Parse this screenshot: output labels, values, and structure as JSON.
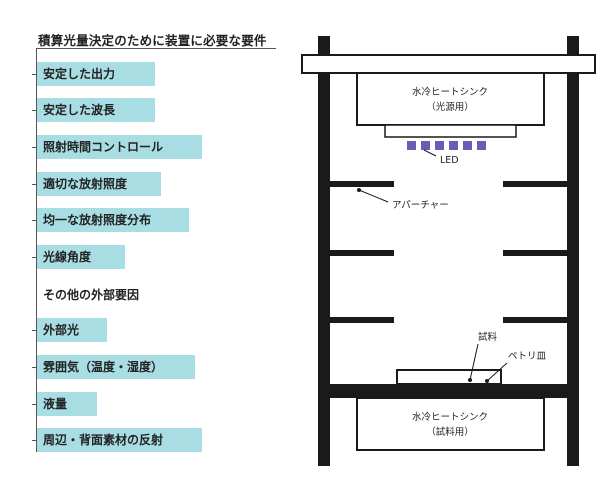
{
  "left_panel": {
    "title": "積算光量決定のために装置に必要な要件",
    "items": [
      "安定した出力",
      "安定した波長",
      "照射時間コントロール",
      "適切な放射照度",
      "均一な放射照度分布",
      "光線角度"
    ],
    "other_heading": "その他の外部要因",
    "other_items": [
      "外部光",
      "雰囲気（温度・湿度）",
      "液量",
      "周辺・背面素材の反射"
    ]
  },
  "diagram": {
    "top_heatsink_line1": "水冷ヒートシンク",
    "top_heatsink_line2": "（光源用）",
    "led_label": "LED",
    "aperture_label": "アパーチャー",
    "sample_label": "試料",
    "petri_label": "ペトリ皿",
    "bottom_heatsink_line1": "水冷ヒートシンク",
    "bottom_heatsink_line2": "（試料用）",
    "colors": {
      "frame": "#1a1a1a",
      "led": "#6b5bb5",
      "box_fill": "#ffffff"
    }
  }
}
